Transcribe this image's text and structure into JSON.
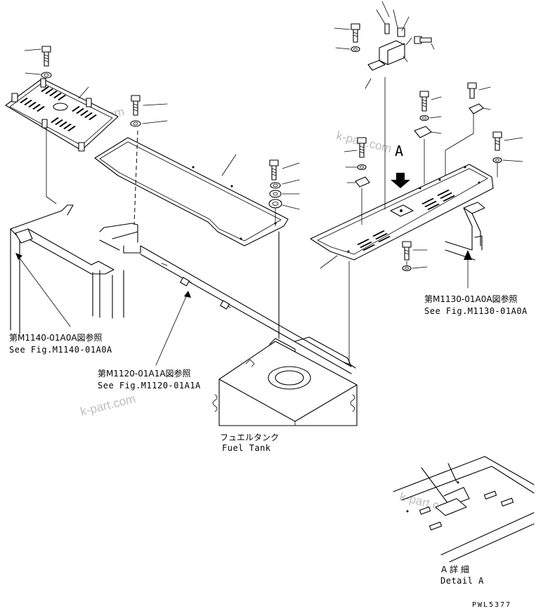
{
  "labels": {
    "ref_m1140_jp": "第M1140-01A0A図参照",
    "ref_m1140_en": "See Fig.M1140-01A0A",
    "ref_m1120_jp": "第M1120-01A1A図参照",
    "ref_m1120_en": "See Fig.M1120-01A1A",
    "ref_m1130_jp": "第M1130-01A0A図参照",
    "ref_m1130_en": "See Fig.M1130-01A0A",
    "fuel_tank_jp": "フュエルタンク",
    "fuel_tank_en": "Fuel Tank",
    "view_marker": "A",
    "detail_jp": "A 詳 細",
    "detail_en": "Detail A",
    "drawing_code": "PWL5377"
  },
  "watermarks": [
    "k-part.com",
    "k-part.com",
    "k-part.com",
    "k-part.com"
  ]
}
